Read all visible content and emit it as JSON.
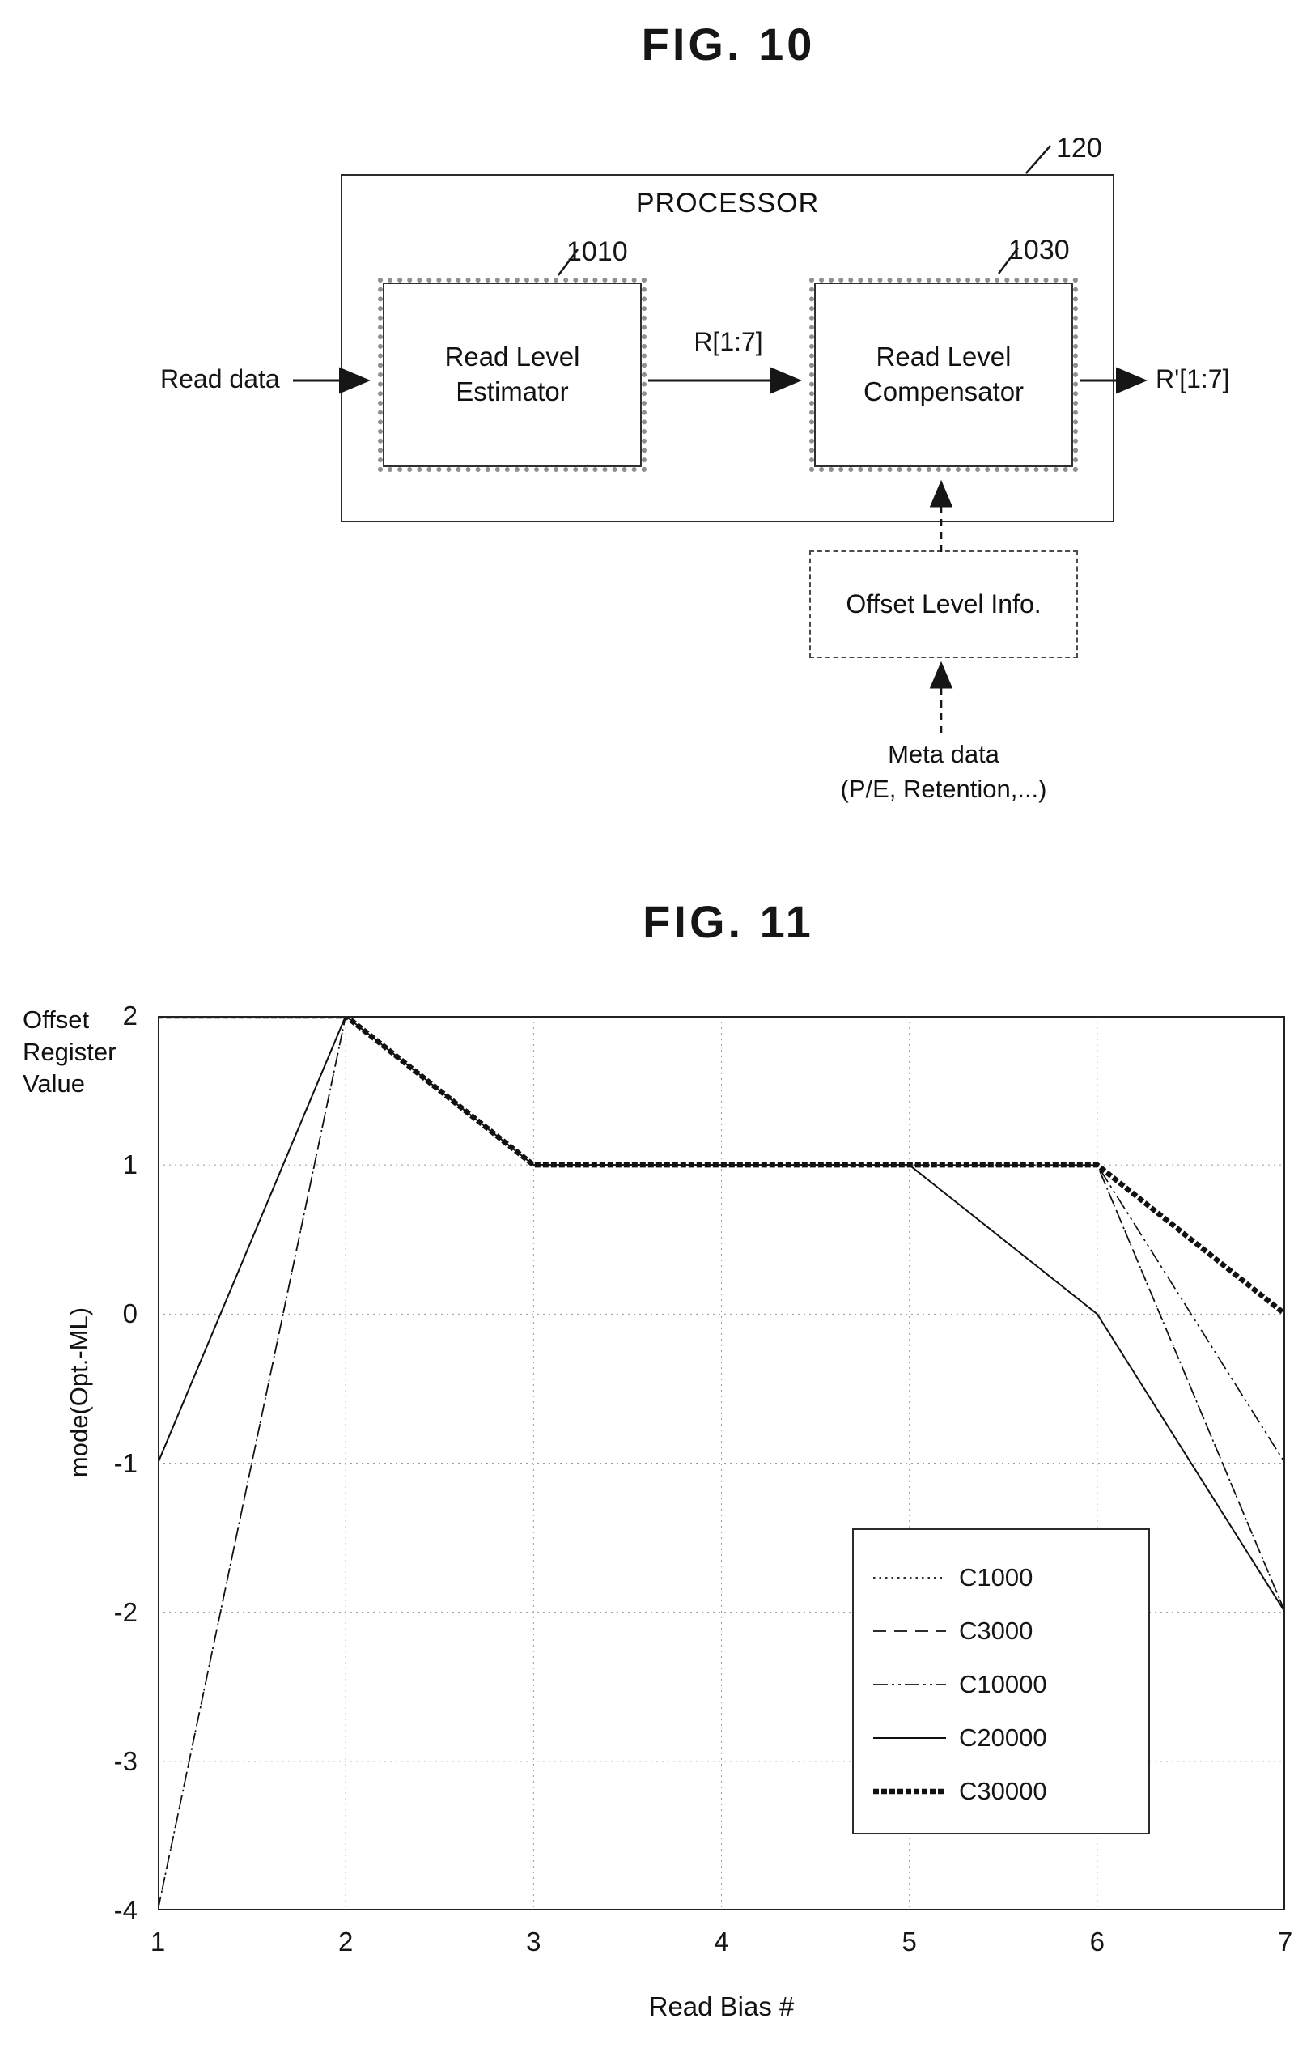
{
  "fig10": {
    "title": "FIG. 10",
    "processor": {
      "label": "PROCESSOR",
      "ref": "120"
    },
    "estimator": {
      "label": "Read Level\nEstimator",
      "ref": "1010"
    },
    "compensator": {
      "label": "Read Level\nCompensator",
      "ref": "1030"
    },
    "read_data_label": "Read data",
    "r_label": "R[1:7]",
    "r_out_label": "R'[1:7]",
    "offset_info_label": "Offset Level Info.",
    "meta_label": "Meta data\n(P/E, Retention,...)"
  },
  "fig11": {
    "title": "FIG. 11",
    "ylabel_top": "Offset\nRegister\nValue",
    "ylabel_rotated": "mode(Opt.-ML)",
    "xlabel": "Read Bias #"
  },
  "chart_data": {
    "type": "line",
    "title": "FIG. 11",
    "xlabel": "Read Bias #",
    "ylabel": "Offset Register Value, mode(Opt.-ML)",
    "xlim": [
      1,
      7
    ],
    "ylim": [
      -4,
      2
    ],
    "x_ticks": [
      1,
      2,
      3,
      4,
      5,
      6,
      7
    ],
    "y_ticks": [
      2,
      1,
      0,
      -1,
      -2,
      -3,
      -4
    ],
    "grid": true,
    "legend_position": "lower right",
    "x": [
      1,
      2,
      3,
      4,
      5,
      6,
      7
    ],
    "series": [
      {
        "name": "C1000",
        "style": "dotted",
        "values": [
          -4,
          2,
          1,
          1,
          1,
          1,
          -2
        ]
      },
      {
        "name": "C3000",
        "style": "dashed",
        "values": [
          -4,
          2,
          1,
          1,
          1,
          1,
          -2
        ]
      },
      {
        "name": "C10000",
        "style": "dashdot",
        "values": [
          -1,
          2,
          1,
          1,
          1,
          1,
          -1
        ]
      },
      {
        "name": "C20000",
        "style": "solid",
        "values": [
          -1,
          2,
          1,
          1,
          1,
          0,
          -2
        ]
      },
      {
        "name": "C30000",
        "style": "thick",
        "values": [
          2,
          2,
          1,
          1,
          1,
          1,
          0
        ]
      }
    ]
  }
}
